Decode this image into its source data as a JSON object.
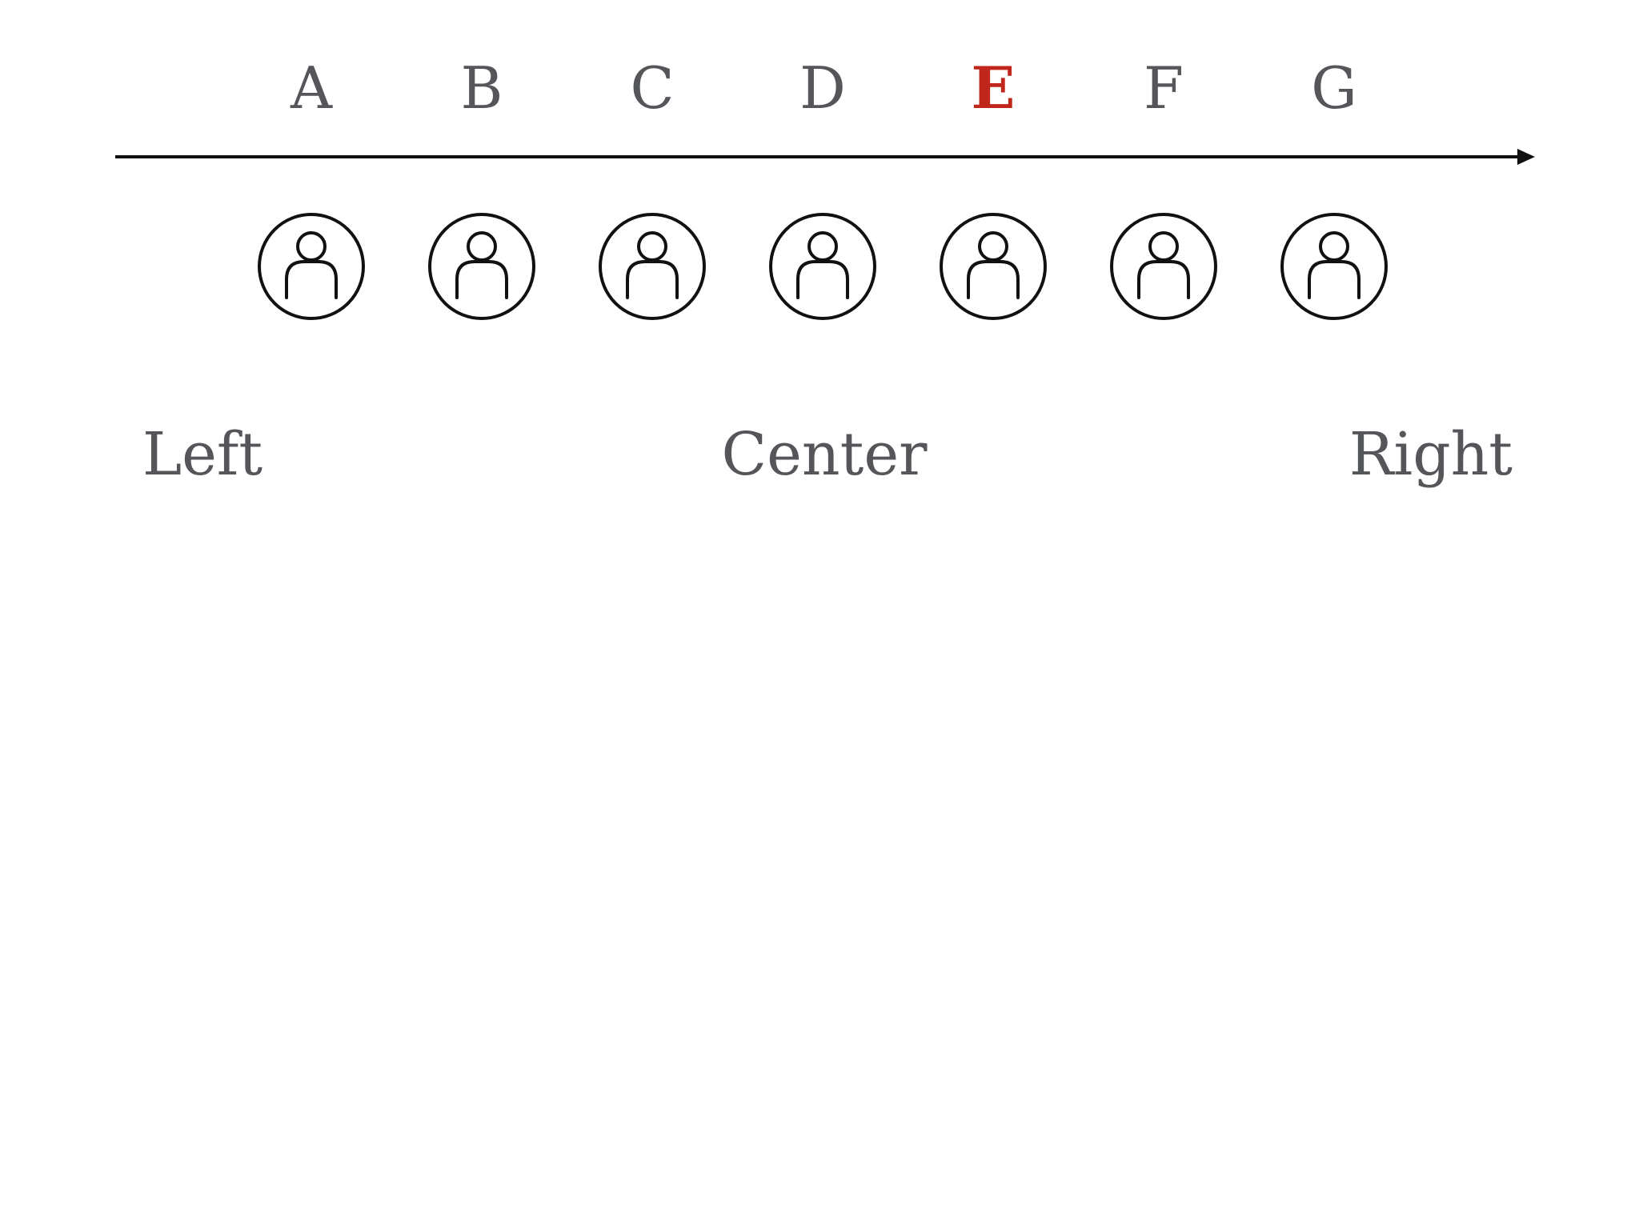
{
  "colors": {
    "text": "#54565a",
    "highlight": "#c0261b",
    "line": "#111111"
  },
  "people": [
    {
      "label": "A",
      "highlighted": false
    },
    {
      "label": "B",
      "highlighted": false
    },
    {
      "label": "C",
      "highlighted": false
    },
    {
      "label": "D",
      "highlighted": false
    },
    {
      "label": "E",
      "highlighted": true
    },
    {
      "label": "F",
      "highlighted": false
    },
    {
      "label": "G",
      "highlighted": false
    }
  ],
  "position_labels": {
    "left": "Left",
    "center": "Center",
    "right": "Right"
  },
  "icon": "person-in-circle-icon"
}
